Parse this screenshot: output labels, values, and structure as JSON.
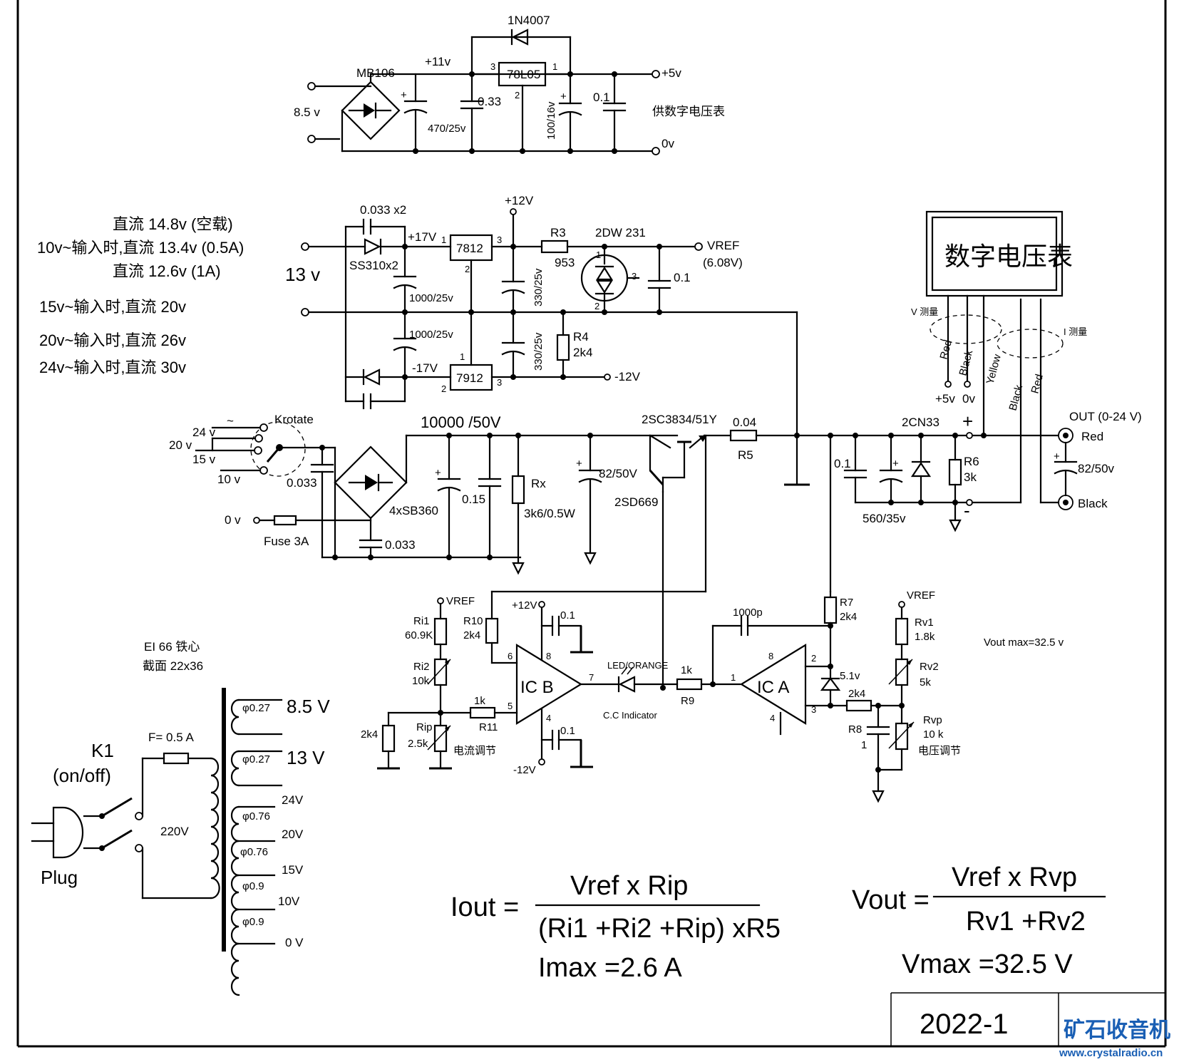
{
  "supply5v": {
    "rectifier": "MB106",
    "input": "8.5 v",
    "rail": "+11v",
    "cap_in": "470/25v",
    "cap_033": "0.33",
    "regulator": "78L05",
    "pin3": "3",
    "pin1": "1",
    "pin2": "2",
    "diode": "1N4007",
    "cap_out": "100/16v",
    "cap_01": "0.1",
    "out_pos": "+5v",
    "out_gnd": "0v",
    "note": "供数字电压表"
  },
  "supply12v": {
    "caps_in": "0.033 x2",
    "diodes": "SS310x2",
    "input": "13 v",
    "rail_pos": "+17V",
    "rail_neg": "-17V",
    "reg_pos": "7812",
    "reg_neg": "7912",
    "cap_1000_a": "1000/25v",
    "cap_1000_b": "1000/25v",
    "cap_330_a": "330/25v",
    "cap_330_b": "330/25v",
    "plus12": "+12V",
    "minus12": "-12V",
    "r3": "R3",
    "r3_val": "953",
    "ref": "2DW 231",
    "cap_01": "0.1",
    "vref": "VREF",
    "vref_val": "(6.08V)",
    "r4": "R4",
    "r4_val": "2k4",
    "pins": [
      "1",
      "2",
      "3",
      "1",
      "2",
      "3",
      "1",
      "2",
      "3"
    ]
  },
  "notes": [
    "直流 14.8v (空载)",
    "10v~输入时,直流 13.4v (0.5A)",
    "直流 12.6v (1A)",
    "15v~输入时,直流 20v",
    "20v~输入时,直流 26v",
    "24v~输入时,直流 30v"
  ],
  "main": {
    "switch": "Krotate",
    "taps": [
      "24 v",
      "20 v",
      "15 v",
      "10 v",
      "0 v"
    ],
    "tap_mark": "~",
    "cap_sw": "0.033",
    "cap_bot": "0.033",
    "fuse": "Fuse 3A",
    "bridge": "4xSB360",
    "cap_main": "10000 /50V",
    "cap_015": "0.15",
    "rx": "Rx",
    "rx_val": "3k6/0.5W",
    "cap_82": "82/50V",
    "q_top": "2SC3834/51Y",
    "q_bot": "2SD669",
    "r5_val": "0.04",
    "r5": "R5",
    "cap_out01": "0.1",
    "cap_560": "560/35v",
    "diode_cn": "2CN33",
    "r6": "R6",
    "r6_val": "3k",
    "out_label": "OUT (0-24 V)",
    "out_red": "Red",
    "out_black": "Black",
    "cap_out82": "82/50v",
    "plus": "+",
    "minus": "-"
  },
  "meter": {
    "title": "数字电压表",
    "v_tag": "V 测量",
    "i_tag": "I 测量",
    "wires": [
      "Red",
      "Black",
      "Yellow",
      "Black",
      "Red"
    ],
    "p5": "+5v",
    "p0": "0v"
  },
  "control": {
    "vref_a": "VREF",
    "ri1": "Ri1",
    "ri1_val": "60.9K",
    "ri2": "Ri2",
    "ri2_val": "10k",
    "rip": "Rip",
    "rip_val": "2.5k",
    "r_2k4": "2k4",
    "r10": "R10",
    "r10_val": "2k4",
    "plus12": "+12V",
    "minus12": "-12V",
    "c01a": "0.1",
    "c01b": "0.1",
    "r11_val": "1k",
    "r11": "R11",
    "cur_adj": "电流调节",
    "icb": "IC  B",
    "pin6": "6",
    "pin5": "5",
    "pin8": "8",
    "pin4": "4",
    "pin7": "7",
    "led": "LED/ORANGE",
    "cc": "C.C  Indicator",
    "r9_val": "1k",
    "r9": "R9",
    "cap_1000p": "1000p",
    "ica": "IC  A",
    "pin_a8": "8",
    "pin_a2": "2",
    "pin_a1": "1",
    "pin_a3": "3",
    "pin_a4": "4",
    "r7": "R7",
    "r7_val": "2k4",
    "zener": "5.1v",
    "r8_val": "2k4",
    "r8": "R8",
    "c1": "1",
    "vref_b": "VREF",
    "rv1": "Rv1",
    "rv1_val": "1.8k",
    "rv2": "Rv2",
    "rv2_val": "5k",
    "rvp": "Rvp",
    "rvp_val": "10 k",
    "vol_adj": "电压调节",
    "vout_max": "Vout max=32.5 v"
  },
  "transformer": {
    "core": "EI 66 铁心",
    "section": "截面 22x36",
    "fuse": "F=  0.5 A",
    "switch": "K1",
    "switch_sub": "(on/off)",
    "mains": "220V",
    "plug": "Plug",
    "wires": [
      "φ0.27",
      "φ0.27",
      "φ0.76",
      "φ0.76",
      "φ0.9",
      "φ0.9"
    ],
    "outs": [
      "8.5 V",
      "13 V",
      "24V",
      "20V",
      "15V",
      "10V",
      "0 V"
    ]
  },
  "formulas": {
    "iout_lhs": "Iout  =",
    "iout_num": "Vref  x  Rip",
    "iout_den": "(Ri1  +Ri2  +Rip)  xR5",
    "imax": "Imax  =2.6  A",
    "vout_lhs": "Vout  =",
    "vout_num": "Vref  x  Rvp",
    "vout_den": "Rv1  +Rv2",
    "vmax": "Vmax  =32.5  V"
  },
  "titleblock": {
    "number": "2022-1"
  },
  "watermark": {
    "cn": "矿石收音机",
    "url": "www.crystalradio.cn"
  }
}
